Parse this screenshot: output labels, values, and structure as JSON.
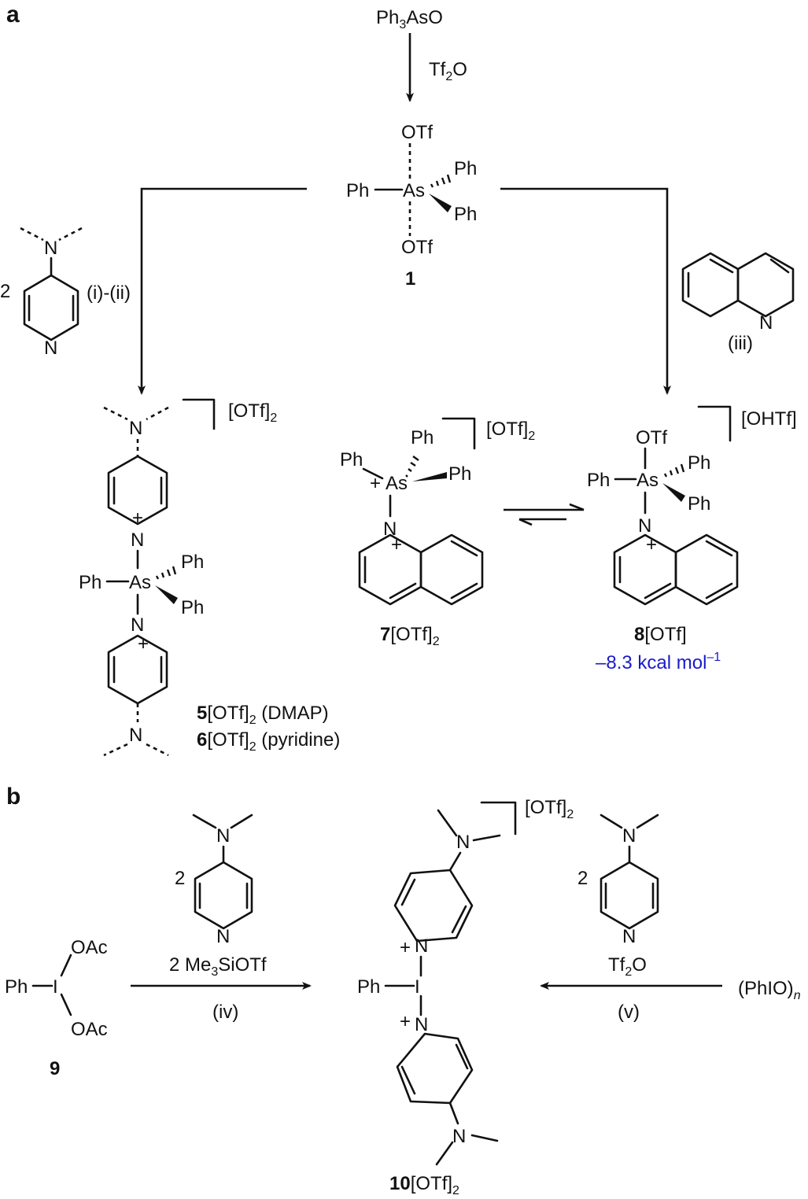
{
  "panels": {
    "a": "a",
    "b": "b"
  },
  "atoms": {
    "Ph": "Ph",
    "As": "As",
    "OTf": "OTf",
    "N": "N",
    "I": "I",
    "plus": "+",
    "OAc": "OAc",
    "two": "2"
  },
  "panel_a": {
    "start": {
      "main": "Ph",
      "sub": "3",
      "tail": "AsO"
    },
    "reagent": {
      "main": "Tf",
      "sub": "2",
      "tail": "O"
    },
    "compound1": "1",
    "cond_left": "(i)-(ii)",
    "cond_right": "(iii)",
    "anion_otf2": {
      "main": "[OTf]",
      "sub": "2"
    },
    "anion_ohtf": "[OHTf]",
    "cmpd5": {
      "num": "5",
      "main": "[OTf]",
      "sub": "2",
      "tail": " (DMAP)"
    },
    "cmpd6": {
      "num": "6",
      "main": "[OTf]",
      "sub": "2",
      "tail": " (pyridine)"
    },
    "cmpd7": {
      "num": "7",
      "main": "[OTf]",
      "sub": "2"
    },
    "cmpd8": {
      "num": "8",
      "main": "[OTf]"
    },
    "energy": {
      "main": "–8.3 kcal mol",
      "sup": "–1"
    },
    "energy_color": "#1a1acc"
  },
  "panel_b": {
    "compound9": "9",
    "reagent_left": {
      "pre": "2 Me",
      "sub": "3",
      "tail": "SiOTf"
    },
    "cond_left": "(iv)",
    "reagent_right": {
      "main": "Tf",
      "sub": "2",
      "tail": "O"
    },
    "cond_right": "(v)",
    "phio": {
      "main": "(PhIO)",
      "sub": "n"
    },
    "cmpd10": {
      "num": "10",
      "main": "[OTf]",
      "sub": "2"
    },
    "anion": {
      "main": "[OTf]",
      "sub": "2"
    }
  }
}
